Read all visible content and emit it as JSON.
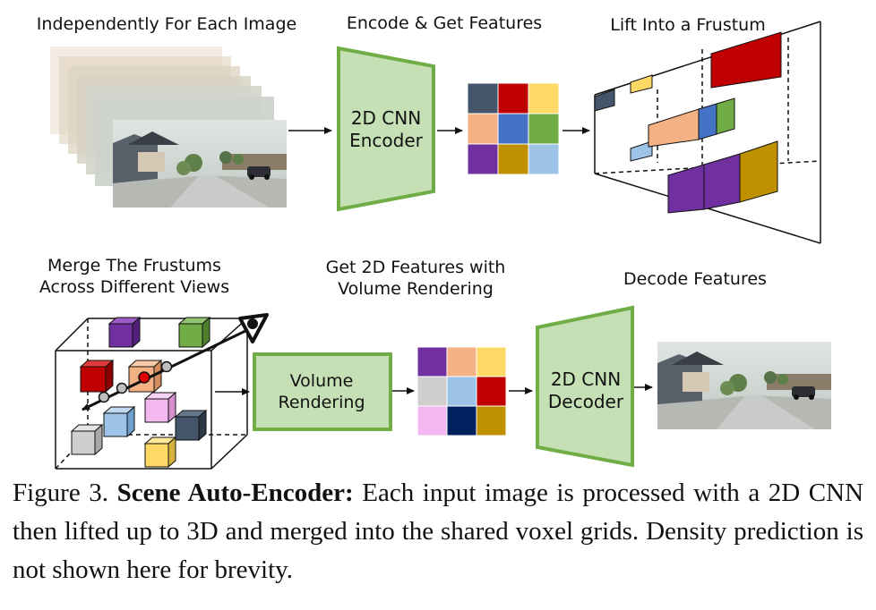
{
  "labels": {
    "top_left": "Independently For Each Image",
    "top_mid": "Encode & Get Features",
    "top_right": "Lift Into a Frustum",
    "bottom_left_1": "Merge The Frustums",
    "bottom_left_2": "Across Different Views",
    "bottom_mid_1": "Get 2D Features with",
    "bottom_mid_2": "Volume Rendering",
    "bottom_right": "Decode Features"
  },
  "encoder": {
    "line1": "2D CNN",
    "line2": "Encoder"
  },
  "volume_box": {
    "line1": "Volume",
    "line2": "Rendering"
  },
  "decoder": {
    "line1": "2D CNN",
    "line2": "Decoder"
  },
  "caption": {
    "prefix": "Figure 3. ",
    "bold": "Scene Auto-Encoder:",
    "body": " Each input image is processed with a 2D CNN then lifted up to 3D and merged into the shared voxel grids. Density prediction is not shown here for brevity."
  },
  "colors": {
    "box_fill": "#c5e0b4",
    "box_stroke": "#70ad47",
    "feature_grid_top": [
      "#44546a",
      "#c00000",
      "#ffd966",
      "#f4b183",
      "#4472c4",
      "#70ad47",
      "#7030a0",
      "#bf9000",
      "#9dc3e6"
    ],
    "feature_grid_bottom": [
      "#7030a0",
      "#f4b183",
      "#ffd966",
      "#d0cece",
      "#9dc3e6",
      "#c00000",
      "#f4b8f0",
      "#002060",
      "#bf9000"
    ]
  }
}
